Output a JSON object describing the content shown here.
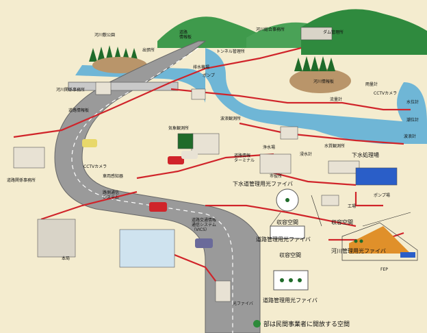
{
  "labels": {
    "river_park": "河川敷公園",
    "road_info_board": "道路\n情報板",
    "river_office": "河川総合事務所",
    "dam_office": "ダム管理所",
    "outpost": "出張所",
    "tunnel_office": "トンネル管理所",
    "drain_gate": "排水機場",
    "pump": "ポンプ",
    "river_office2": "河川関係事務所",
    "road_info_board2": "道路情報板",
    "river_info_board": "河川情報板",
    "water_meter": "流量計",
    "rain_meter": "雨量計",
    "cctv_camera_right": "CCTVカメラ",
    "water_level": "水位計",
    "tide_meter": "潮位計",
    "wave_meter": "波浪計",
    "weather_obs": "気象観測所",
    "wave_obs": "波浪観測所",
    "road_office": "道路関係事務所",
    "cctv_camera_left": "CCTVカメラ",
    "vehicle_detector": "車両感知器",
    "water_station": "浄水場",
    "road_info_terminal": "道路情報\nターミナル",
    "flood_meter": "浸水計",
    "water_quality": "水質観測所",
    "sewage_plant": "下水処理場",
    "city_hall": "市役所",
    "sewer_fiber": "下水道管理用光ファイバ",
    "pump_station": "ポンプ場",
    "factory": "工場",
    "storage_left": "収容空間",
    "storage_right": "収容空間",
    "comms_system": "路側通信\nシステム",
    "vics": "道路交通情報\n通信システム\n（VICS）",
    "road_fiber_top": "道路管理用光ファイバ",
    "river_fiber": "河川管理用光ファイバ",
    "storage_mid": "収容空間",
    "fep": "FEP",
    "honkyoku": "本局",
    "road_fiber_bottom": "道路管理用光ファイバ",
    "optical_fiber": "光ファイバ",
    "legend_text": "部は民間事業者に開放する空間"
  },
  "colors": {
    "background": "#f4eccf",
    "hill": "#3f9a4c",
    "river": "#6fb6d6",
    "road": "#9a9a9a",
    "cable": "#d0242a",
    "public_space": "#2d8a3a"
  }
}
